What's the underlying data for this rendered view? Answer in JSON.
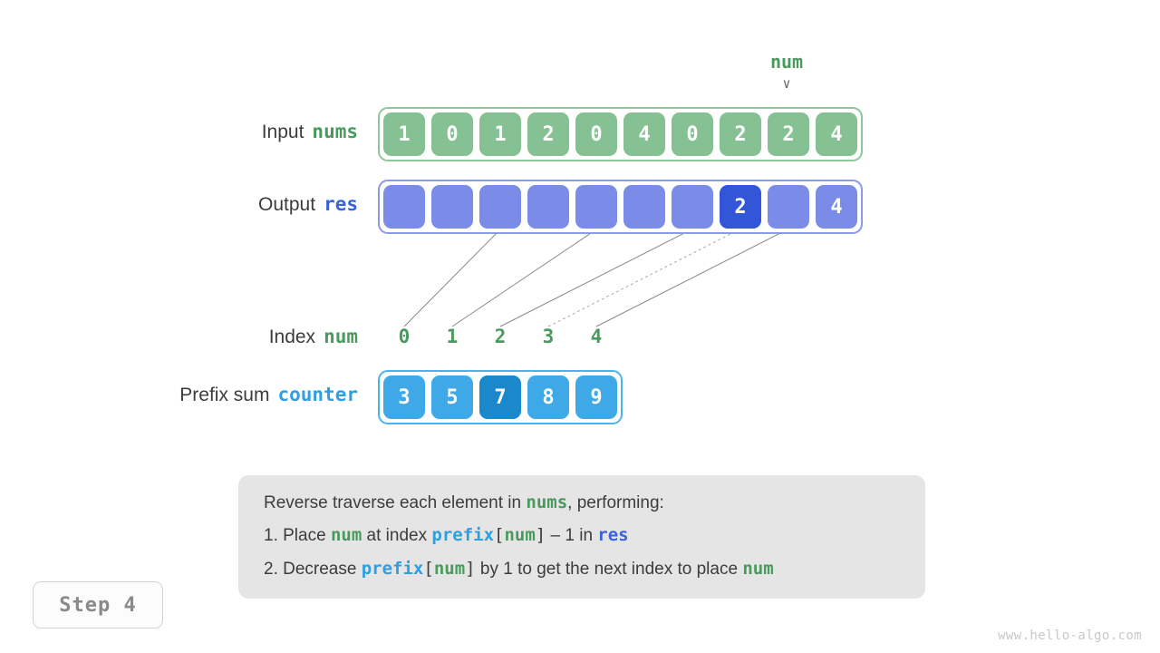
{
  "rows": {
    "input": {
      "label": "Input",
      "var": "nums",
      "values": [
        "1",
        "0",
        "1",
        "2",
        "0",
        "4",
        "0",
        "2",
        "2",
        "4"
      ]
    },
    "output": {
      "label": "Output",
      "var": "res",
      "values": [
        "",
        "",
        "",
        "",
        "",
        "",
        "",
        "2",
        "",
        "4"
      ],
      "highlight_index": 7
    },
    "index": {
      "label": "Index",
      "var": "num",
      "ticks": [
        "0",
        "1",
        "2",
        "3",
        "4"
      ]
    },
    "prefix": {
      "label": "Prefix sum",
      "var": "counter",
      "values": [
        "3",
        "5",
        "7",
        "8",
        "9"
      ],
      "highlight_index": 2
    }
  },
  "pointer": {
    "name": "num",
    "arrow": "∨",
    "target_index": 8
  },
  "caption": {
    "line1": {
      "pre": "Reverse traverse each element in ",
      "tok1": "nums",
      "post": ", performing:"
    },
    "line2": {
      "pre": "1. Place ",
      "tok1": "num",
      "mid1": " at index ",
      "tok2": "prefix",
      "brk_open": "[",
      "tok3": "num",
      "brk_close": "]",
      "mid2": " – 1 in ",
      "tok4": "res"
    },
    "line3": {
      "pre": "2. Decrease ",
      "tok1": "prefix",
      "brk_open": "[",
      "tok2": "num",
      "brk_close": "]",
      "mid": " by 1 to get the next index to place ",
      "tok3": "num"
    }
  },
  "step_badge": "Step 4",
  "watermark": "www.hello-algo.com",
  "colors": {
    "green": "#85c193",
    "green_text": "#4a9a5e",
    "purple": "#7b8ce8",
    "purple_highlight": "#3355d8",
    "blue": "#3fa9e8",
    "blue_highlight": "#1b88cc",
    "caption_bg": "#e5e5e5",
    "text": "#3c3c3c"
  }
}
